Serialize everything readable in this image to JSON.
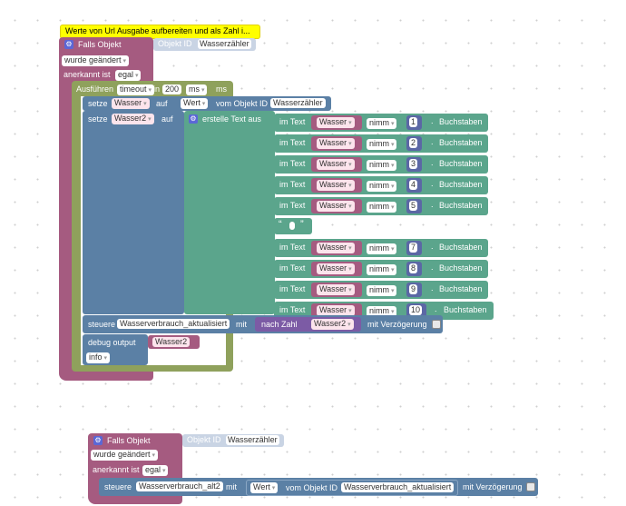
{
  "comment": "Werte von Url Ausgabe aufbereiten und als Zahl i...",
  "script1": {
    "trigger_label": "Falls Objekt",
    "object_id_label": "Objekt ID",
    "object_id_value": "Wasserzähler",
    "changed_option": "wurde geändert",
    "ack_label": "anerkannt ist",
    "ack_option": "egal",
    "exec_label": "Ausführen",
    "timeout_option": "timeout",
    "in_label": "in",
    "timeout_value": "200",
    "ms_option": "ms",
    "ms_label": "ms",
    "set1": {
      "setze": "setze",
      "var": "Wasser",
      "auf": "auf",
      "value_option": "Wert",
      "vom_label": "vom Objekt ID",
      "object": "Wasserzähler"
    },
    "set2": {
      "setze": "setze",
      "var": "Wasser2",
      "auf": "auf",
      "create_text": "erstelle Text aus"
    },
    "text_rows": [
      {
        "type": "substr",
        "prefix": "im Text",
        "var": "Wasser",
        "op": "nimm",
        "num": "1",
        "suffix": "Buchstaben"
      },
      {
        "type": "substr",
        "prefix": "im Text",
        "var": "Wasser",
        "op": "nimm",
        "num": "2",
        "suffix": "Buchstaben"
      },
      {
        "type": "substr",
        "prefix": "im Text",
        "var": "Wasser",
        "op": "nimm",
        "num": "3",
        "suffix": "Buchstaben"
      },
      {
        "type": "substr",
        "prefix": "im Text",
        "var": "Wasser",
        "op": "nimm",
        "num": "4",
        "suffix": "Buchstaben"
      },
      {
        "type": "substr",
        "prefix": "im Text",
        "var": "Wasser",
        "op": "nimm",
        "num": "5",
        "suffix": "Buchstaben"
      },
      {
        "type": "quote",
        "open": "“",
        "close": "”"
      },
      {
        "type": "substr",
        "prefix": "im Text",
        "var": "Wasser",
        "op": "nimm",
        "num": "7",
        "suffix": "Buchstaben"
      },
      {
        "type": "substr",
        "prefix": "im Text",
        "var": "Wasser",
        "op": "nimm",
        "num": "8",
        "suffix": "Buchstaben"
      },
      {
        "type": "substr",
        "prefix": "im Text",
        "var": "Wasser",
        "op": "nimm",
        "num": "9",
        "suffix": "Buchstaben"
      },
      {
        "type": "substr",
        "prefix": "im Text",
        "var": "Wasser",
        "op": "nimm",
        "num": "10",
        "suffix": "Buchstaben"
      }
    ],
    "control": {
      "label": "steuere",
      "object": "Wasserverbrauch_aktualisiert",
      "mit": "mit",
      "nach_zahl": "nach Zahl",
      "var": "Wasser2",
      "delay_label": "mit Verzögerung"
    },
    "debug": {
      "label": "debug output",
      "var": "Wasser2",
      "level": "info"
    }
  },
  "script2": {
    "trigger_label": "Falls Objekt",
    "object_id_label": "Objekt ID",
    "object_id_value": "Wasserzähler",
    "changed_option": "wurde geändert",
    "ack_label": "anerkannt ist",
    "ack_option": "egal",
    "control": {
      "label": "steuere",
      "object": "Wasserverbrauch_alt2",
      "mit": "mit",
      "value_option": "Wert",
      "vom_label": "vom Objekt ID",
      "source_object": "Wasserverbrauch_aktualisiert",
      "delay_label": "mit Verzögerung"
    }
  },
  "colors": {
    "trigger": "#a55b80",
    "timeout": "#8fa15c",
    "set": "#5b80a5",
    "text": "#5ba58c",
    "text_inner": "#5ba58c",
    "var": "#a55b80",
    "num": "#5b67a5",
    "comment": "#ffff66"
  }
}
